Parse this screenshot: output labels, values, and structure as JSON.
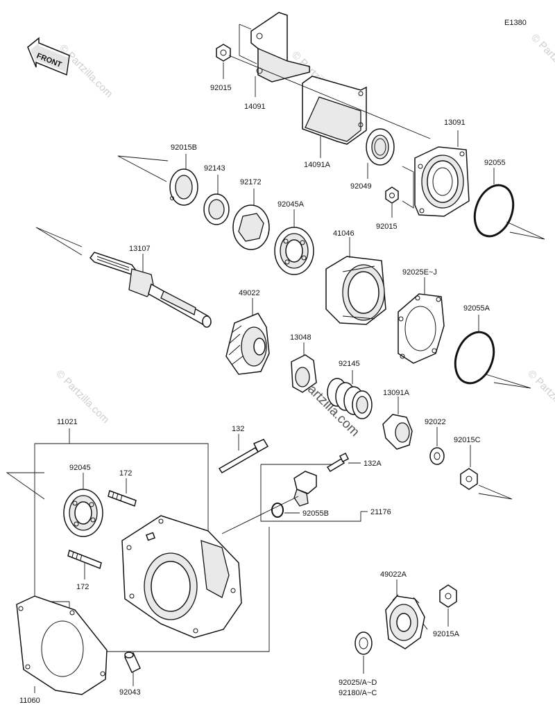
{
  "diagram_code": "E1380",
  "front_label": "FRONT",
  "watermark": "© Partzilla.com",
  "parts": [
    {
      "key": "92015",
      "label": "92015"
    },
    {
      "key": "14091",
      "label": "14091"
    },
    {
      "key": "14091A",
      "label": "14091A"
    },
    {
      "key": "13091",
      "label": "13091"
    },
    {
      "key": "92049",
      "label": "92049"
    },
    {
      "key": "92055",
      "label": "92055"
    },
    {
      "key": "92015_2",
      "label": "92015"
    },
    {
      "key": "92015B",
      "label": "92015B"
    },
    {
      "key": "92143",
      "label": "92143"
    },
    {
      "key": "92172",
      "label": "92172"
    },
    {
      "key": "92045A",
      "label": "92045A"
    },
    {
      "key": "41046",
      "label": "41046"
    },
    {
      "key": "13107",
      "label": "13107"
    },
    {
      "key": "92025EJ",
      "label": "92025E~J"
    },
    {
      "key": "92055A",
      "label": "92055A"
    },
    {
      "key": "49022",
      "label": "49022"
    },
    {
      "key": "13048",
      "label": "13048"
    },
    {
      "key": "92145",
      "label": "92145"
    },
    {
      "key": "13091A",
      "label": "13091A"
    },
    {
      "key": "92022",
      "label": "92022"
    },
    {
      "key": "92015C",
      "label": "92015C"
    },
    {
      "key": "11021",
      "label": "11021"
    },
    {
      "key": "132",
      "label": "132"
    },
    {
      "key": "132A",
      "label": "132A"
    },
    {
      "key": "92045",
      "label": "92045"
    },
    {
      "key": "172a",
      "label": "172"
    },
    {
      "key": "92055B",
      "label": "92055B"
    },
    {
      "key": "21176",
      "label": "21176"
    },
    {
      "key": "172b",
      "label": "172"
    },
    {
      "key": "49022A",
      "label": "49022A"
    },
    {
      "key": "92015A",
      "label": "92015A"
    },
    {
      "key": "11060",
      "label": "11060"
    },
    {
      "key": "92043",
      "label": "92043"
    },
    {
      "key": "92025AD",
      "label": "92025/A~D"
    },
    {
      "key": "92180AC",
      "label": "92180/A~C"
    }
  ]
}
